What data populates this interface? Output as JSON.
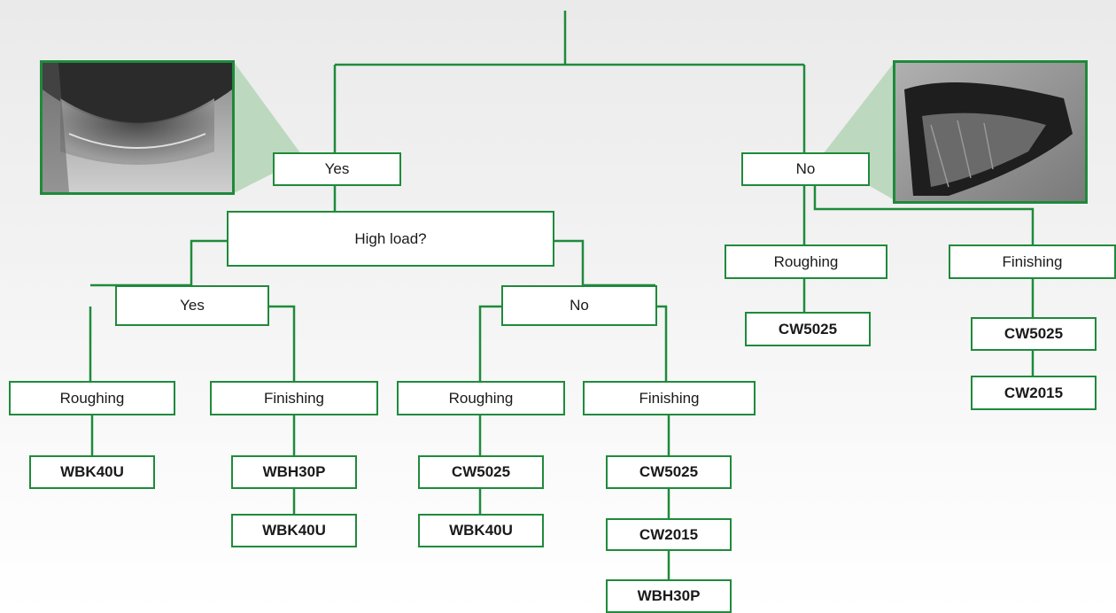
{
  "colors": {
    "line": "#1f8a3b",
    "callout": "#bcd9bf",
    "background": "#f0f0f0"
  },
  "images": [
    {
      "name": "wear-image-yes",
      "description": "micrograph-grayscale"
    },
    {
      "name": "wear-image-no",
      "description": "micrograph-grayscale"
    }
  ],
  "tree": {
    "yes": "Yes",
    "no": "No",
    "high_load": "High load?",
    "hl_yes": "Yes",
    "hl_no": "No",
    "hl_yes_roughing": "Roughing",
    "hl_yes_finishing": "Finishing",
    "hl_no_roughing": "Roughing",
    "hl_no_finishing": "Finishing",
    "no_roughing": "Roughing",
    "no_finishing": "Finishing"
  },
  "grades": {
    "hl_yes_roughing": [
      "WBK40U"
    ],
    "hl_yes_finishing": [
      "WBH30P",
      "WBK40U"
    ],
    "hl_no_roughing": [
      "CW5025",
      "WBK40U"
    ],
    "hl_no_finishing": [
      "CW5025",
      "CW2015",
      "WBH30P"
    ],
    "no_roughing": [
      "CW5025"
    ],
    "no_finishing": [
      "CW5025",
      "CW2015"
    ]
  }
}
